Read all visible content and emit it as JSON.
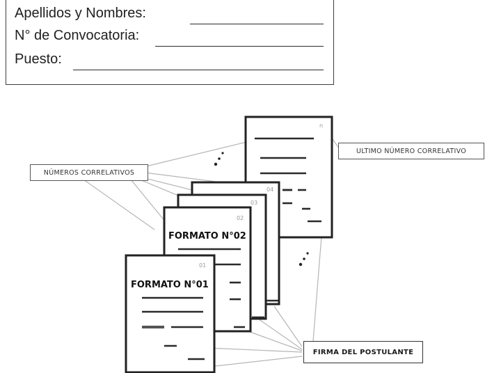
{
  "form": {
    "nombres_label": "Apellidos y Nombres:",
    "convocatoria_label": "N° de Convocatoria:",
    "puesto_label": "Puesto:"
  },
  "callouts": {
    "ultimo": "ULTIMO NÚMERO CORRELATIVO",
    "correlativos": "NÚMEROS CORRELATIVOS",
    "firma": "FIRMA DEL POSTULANTE"
  },
  "pages": {
    "formato_01": "FORMATO N°01",
    "formato_02": "FORMATO N°02",
    "num_01": "01",
    "num_02": "02",
    "num_03": "03",
    "num_04": "04",
    "num_n": "n"
  }
}
